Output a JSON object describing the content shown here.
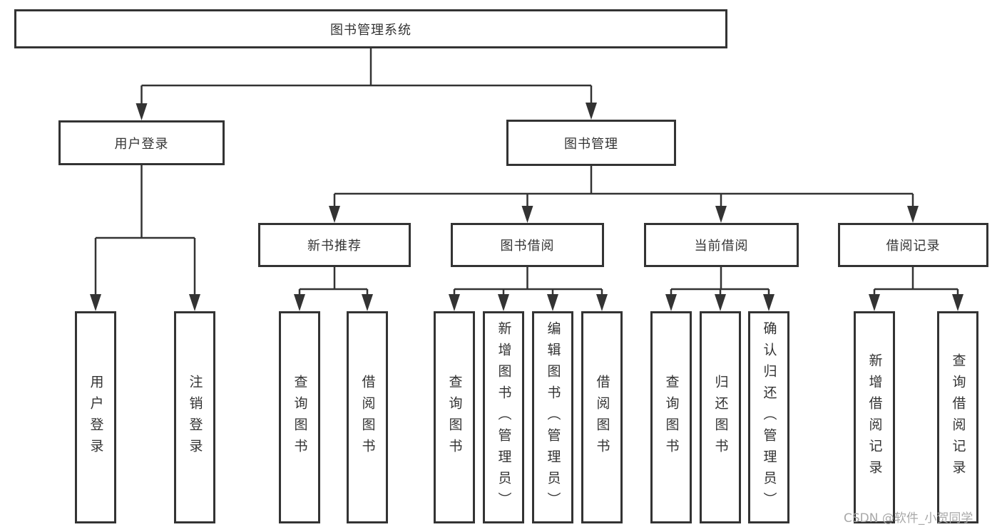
{
  "diagram": {
    "root": "图书管理系统",
    "level2": {
      "user_login": "用户登录",
      "book_mgmt": "图书管理"
    },
    "level3": {
      "new_books": "新书推荐",
      "book_borrow": "图书借阅",
      "current_borrow": "当前借阅",
      "borrow_records": "借阅记录"
    },
    "leaves": {
      "user_login": [
        "用户登录",
        "注销登录"
      ],
      "new_books": [
        "查询图书",
        "借阅图书"
      ],
      "book_borrow": [
        "查询图书",
        "新增图书（管理员）",
        "编辑图书（管理员）",
        "借阅图书"
      ],
      "current_borrow": [
        "查询图书",
        "归还图书",
        "确认归还（管理员）"
      ],
      "borrow_records": [
        "新增借阅记录",
        "查询借阅记录"
      ]
    }
  },
  "colors": {
    "line": "#333333",
    "box_border": "#333333",
    "text": "#333333",
    "watermark": "#a8a8a8",
    "background": "#ffffff"
  },
  "watermark": "CSDN @软件_小贺同学"
}
